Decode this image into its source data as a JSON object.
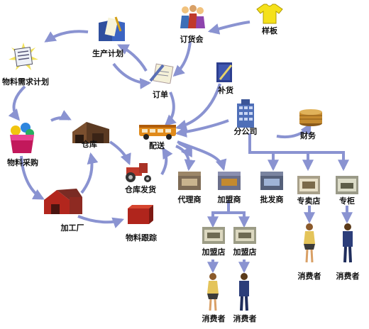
{
  "nodes": {
    "sample": "样板",
    "order_meeting": "订货会",
    "production_plan": "生产计划",
    "material_requirements_plan": "物料需求计划",
    "order": "订单",
    "replenishment": "补货",
    "material_purchase": "物料采购",
    "warehouse": "仓库",
    "delivery": "配送",
    "branch_office": "分公司",
    "finance": "财务",
    "warehouse_shipping": "仓库发货",
    "agent": "代理商",
    "franchisee": "加盟商",
    "wholesaler": "批发商",
    "exclusive_store": "专卖店",
    "counter": "专柜",
    "processing_factory": "加工厂",
    "material_tracking": "物料跟踪",
    "franchise_store_1": "加盟店",
    "franchise_store_2": "加盟店",
    "consumer_1": "消费者",
    "consumer_2": "消费者",
    "consumer_3": "消费者",
    "consumer_4": "消费者"
  },
  "colors": {
    "arrow": "#8a93d1",
    "shirt": "#f5e11a",
    "bus": "#e08a1a",
    "barn": "#b2261d",
    "building": "#4f6fb8",
    "coin": "#c48a2f"
  }
}
